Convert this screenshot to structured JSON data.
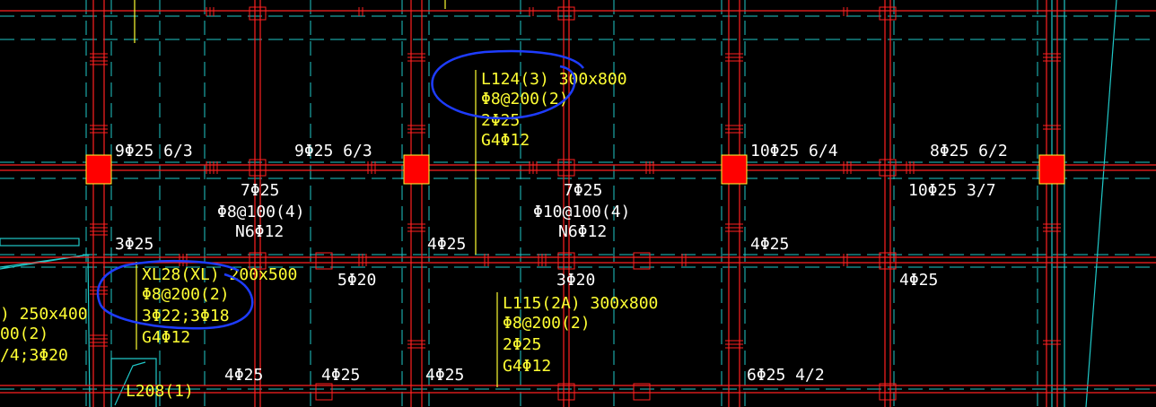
{
  "colors": {
    "background": "#000000",
    "beam_red": "#ff2020",
    "axis_cyan": "#20c8c8",
    "text_white": "#ffffff",
    "text_yellow": "#ffff33",
    "markup_blue": "#1e3cff",
    "column_fill": "#ff0000"
  },
  "annotations": {
    "a1": "9Φ25 6/3",
    "a2": "9Φ25 6/3",
    "a3": "10Φ25 6/4",
    "a4": "8Φ25 6/2",
    "a5": "10Φ25 3/7",
    "a6": "7Φ25",
    "a7": "Φ8@100(4)",
    "a8": "N6Φ12",
    "a9": "7Φ25",
    "a10": "Φ10@100(4)",
    "a11": "N6Φ12",
    "a12": "3Φ25",
    "a13": "4Φ25",
    "a14": "4Φ25",
    "a15": "5Φ20",
    "a16": "3Φ20",
    "a17": "4Φ25",
    "a18": "4Φ25",
    "a19": "4Φ25",
    "a20": "4Φ25",
    "a21": "6Φ25 4/2"
  },
  "beam_tags": {
    "L124": {
      "l1": "L124(3) 300x800",
      "l2": "Φ8@200(2)",
      "l3": "2Φ25",
      "l4": "G4Φ12"
    },
    "XL28": {
      "l1": "XL28(XL) 200x500",
      "l2": "Φ8@200(2)",
      "l3": "3Φ22;3Φ18",
      "l4": "G4Φ12"
    },
    "L115": {
      "l1": "L115(2A) 300x800",
      "l2": "Φ8@200(2)",
      "l3": "2Φ25",
      "l4": "G4Φ12"
    },
    "left_partial": {
      "l1": ") 250x400",
      "l2": "00(2)",
      "l3": "/4;3Φ20"
    },
    "L208": "L208(1)"
  }
}
